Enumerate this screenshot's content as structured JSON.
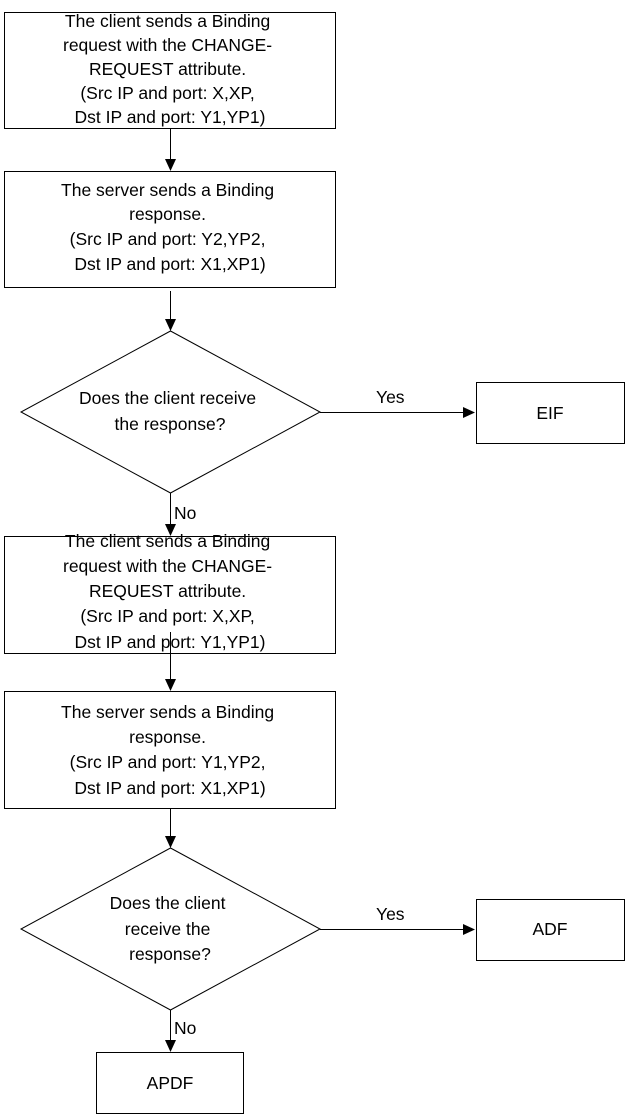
{
  "nodes": {
    "step1": [
      "The client sends a Binding",
      "request with the CHANGE-",
      "REQUEST attribute.",
      "(Src IP and port: X,XP,",
      "Dst IP and port: Y1,YP1)"
    ],
    "step2": [
      "The server sends a Binding",
      "response.",
      "(Src IP and port: Y2,YP2,",
      "Dst IP and port: X1,XP1)"
    ],
    "decision1": [
      "Does the client receive",
      "the response?"
    ],
    "result_eif": [
      "EIF"
    ],
    "step3": [
      "The client sends a Binding",
      "request with the CHANGE-",
      "REQUEST attribute.",
      "(Src IP and port: X,XP,",
      "Dst IP and port: Y1,YP1)"
    ],
    "step4": [
      "The server sends a Binding",
      "response.",
      "(Src IP and port: Y1,YP2,",
      "Dst IP and port: X1,XP1)"
    ],
    "decision2": [
      "Does the client",
      "receive the",
      "response?"
    ],
    "result_adf": [
      "ADF"
    ],
    "result_apdf": [
      "APDF"
    ]
  },
  "edge_labels": {
    "decision1_yes": "Yes",
    "decision1_no": "No",
    "decision2_yes": "Yes",
    "decision2_no": "No"
  }
}
